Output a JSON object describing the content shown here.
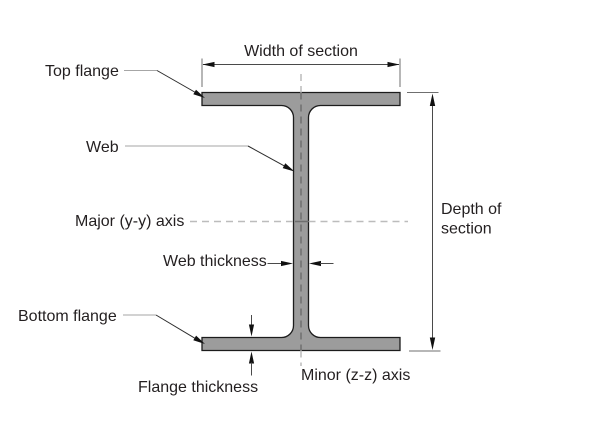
{
  "diagram": {
    "subject": "I-beam cross-section",
    "part_labels": {
      "top_flange": "Top flange",
      "web": "Web",
      "bottom_flange": "Bottom flange"
    },
    "axis_labels": {
      "major": "Major (y-y) axis",
      "minor": "Minor (z-z) axis"
    },
    "dimension_labels": {
      "width": "Width of section",
      "depth_line1": "Depth of",
      "depth_line2": "section",
      "web_thickness": "Web thickness",
      "flange_thickness": "Flange thickness"
    },
    "colors": {
      "beam_fill": "#9c9c9c",
      "beam_outline": "#1c1c1c",
      "axis_dash_light": "#bcbcbc",
      "axis_dash_dark": "#6e6e6e",
      "dimension_line": "#4a4a4a",
      "text": "#231f20",
      "background": "#ffffff"
    }
  }
}
